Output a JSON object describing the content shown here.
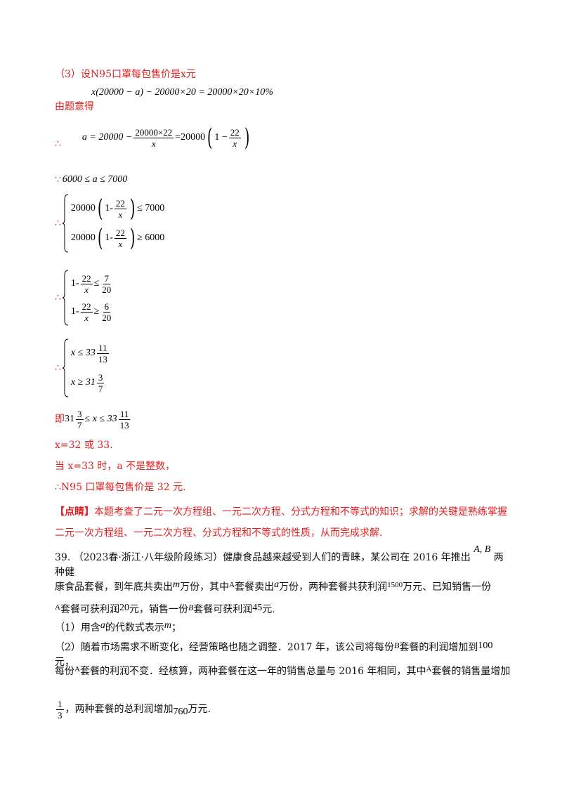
{
  "solution": {
    "part3_intro": "（3）设N95口罩每包售价是x元",
    "given": "由题意得",
    "eq1": "x(20000 − a) − 20000×20 = 20000×20×10%",
    "therefore": "∴",
    "because": "∵",
    "a_lhs": "a = 20000 −",
    "f_20000x22": "20000×22",
    "x": "x",
    "eq_20000": "=20000",
    "one_minus": "1 −",
    "n22": "22",
    "range": "6000 ≤ a ≤ 7000",
    "sys1_a": "20000",
    "sys1_op1": "≤ 7000",
    "sys1_op2": "≥ 6000",
    "one_dash": "1-",
    "le": "≤",
    "ge": "≥",
    "n7": "7",
    "n6": "6",
    "n20": "20",
    "x_le": "x ≤ 33",
    "x_ge": "x ≥ 31",
    "n11": "11",
    "n13": "13",
    "n3": "3",
    "ji": "即",
    "n31": "31",
    "mid_ineq": "≤ x ≤ 33",
    "result1": "x=32 或 33.",
    "result2": "当 x=33 时，a 不是整数，",
    "result3": "∴N95 口罩每包售价是 32 元.",
    "comment_label": "【点睛】",
    "comment_text": "本题考查了二元一次方程组、一元二次方程、分式方程和不等式的知识；求解的关键是熟练掌握二元一次方程组、一元二次方程、分式方程和不等式的性质，从而完成求解."
  },
  "problem": {
    "num": "39.",
    "source": "（2023春·浙江·八年级阶段练习）",
    "text_a": "健康食品越来越受到人们的青睐，某公司在 2016 年推出",
    "ab": "A, B",
    "text_b": "两种健",
    "line2_a": "康食品套餐，到年底共卖出",
    "m": "m",
    "line2_b": "万份，其中",
    "A": "A",
    "line2_c": "套餐卖出",
    "a": "a",
    "line2_d": "万份，两种套餐共获利润",
    "v1500": "1500",
    "line2_e": "万元、已知销售一份",
    "line3_a": "套餐可获利润",
    "v20": "20",
    "line3_b": "元，销售一份",
    "B": "B",
    "line3_c": "套餐可获利润",
    "v45": "45",
    "line3_d": "元.",
    "q1_a": "（1）用含",
    "q1_b": "的代数式表示",
    "q1_c": "；",
    "q2_a": "（2）随着市场需求不断变化，经营策略也随之调整．2017 年，该公司将每份",
    "q2_b": "套餐的利润增加到",
    "v100": "100",
    "q2_c": "元，",
    "q2_line2_a": "每份",
    "q2_line2_b": "套餐的利润不变．经核算，两种套餐在这一年的销售总量与 2016 年相同，其中",
    "q2_line2_c": "套餐的销售量增加",
    "one": "1",
    "three": "3",
    "q2_line3_a": "，两种套餐的总利润增加",
    "v760": "760",
    "q2_line3_b": "万元."
  }
}
